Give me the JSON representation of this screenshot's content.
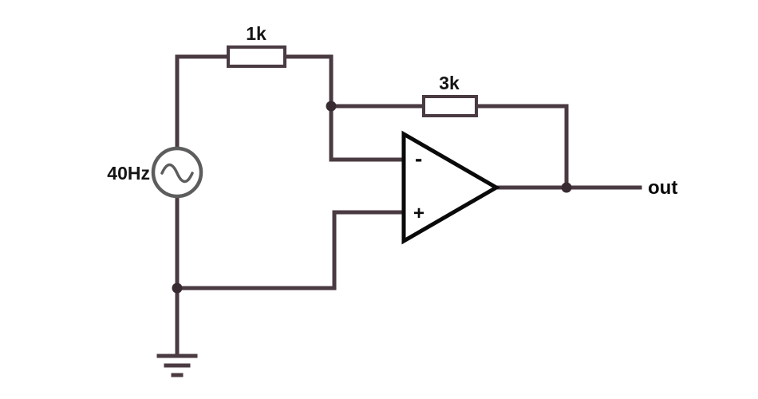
{
  "diagram": {
    "kind": "circuit-schematic",
    "topology": "inverting-opamp-amplifier",
    "components": [
      {
        "id": "ac-source",
        "type": "ac-voltage-source",
        "value": "40Hz"
      },
      {
        "id": "r-input",
        "type": "resistor",
        "value": "1k",
        "role": "input"
      },
      {
        "id": "r-feedback",
        "type": "resistor",
        "value": "3k",
        "role": "feedback"
      },
      {
        "id": "opamp",
        "type": "op-amp"
      },
      {
        "id": "ground",
        "type": "ground"
      }
    ]
  },
  "labels": {
    "source": "40Hz",
    "r_input": "1k",
    "r_feedback": "3k",
    "inverting": "-",
    "noninverting": "+",
    "output": "out"
  },
  "colors": {
    "wire": "#4a3a41",
    "source_stroke": "#5d5d5d",
    "opamp_stroke": "#0a0a0a",
    "junction": "#372b31",
    "text": "#141414",
    "background": "#ffffff"
  }
}
